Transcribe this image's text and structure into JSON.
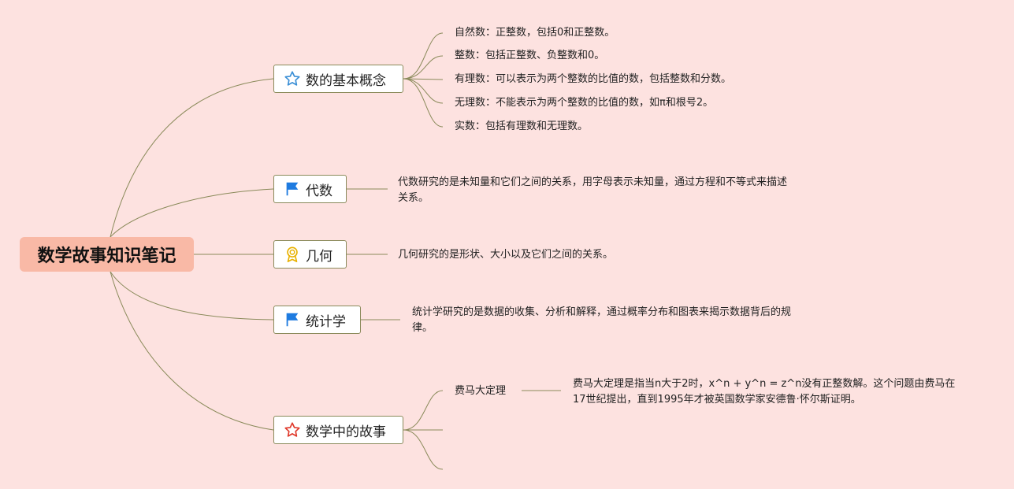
{
  "root": {
    "title": "数学故事知识笔记"
  },
  "topics": [
    {
      "label": "数的基本概念",
      "icon": "star-outline-icon",
      "items": [
        "自然数：正整数，包括0和正整数。",
        "整数：包括正整数、负整数和0。",
        "有理数：可以表示为两个整数的比值的数，包括整数和分数。",
        "无理数：不能表示为两个整数的比值的数，如π和根号2。",
        "实数：包括有理数和无理数。"
      ]
    },
    {
      "label": "代数",
      "icon": "flag-icon",
      "description": "代数研究的是未知量和它们之间的关系，用字母表示未知量，通过方程和不等式来描述关系。"
    },
    {
      "label": "几何",
      "icon": "award-ribbon-icon",
      "description": "几何研究的是形状、大小以及它们之间的关系。"
    },
    {
      "label": "统计学",
      "icon": "flag-icon",
      "description": "统计学研究的是数据的收集、分析和解释，通过概率分布和图表来揭示数据背后的规律。"
    },
    {
      "label": "数学中的故事",
      "icon": "star-outline-red-icon",
      "items": [
        {
          "label": "费马大定理",
          "description": "费马大定理是指当n大于2时，x^n + y^n = z^n没有正整数解。这个问题由费马在17世纪提出，直到1995年才被英国数学家安德鲁·怀尔斯证明。"
        }
      ]
    }
  ],
  "colors": {
    "background": "#fde2e0",
    "root": "#f9b9a6",
    "branch": "#8a8a5a",
    "star_blue": "#3a8fd6",
    "flag_blue": "#1e7be0",
    "award_gold": "#e8b100",
    "star_red": "#e0392b"
  }
}
